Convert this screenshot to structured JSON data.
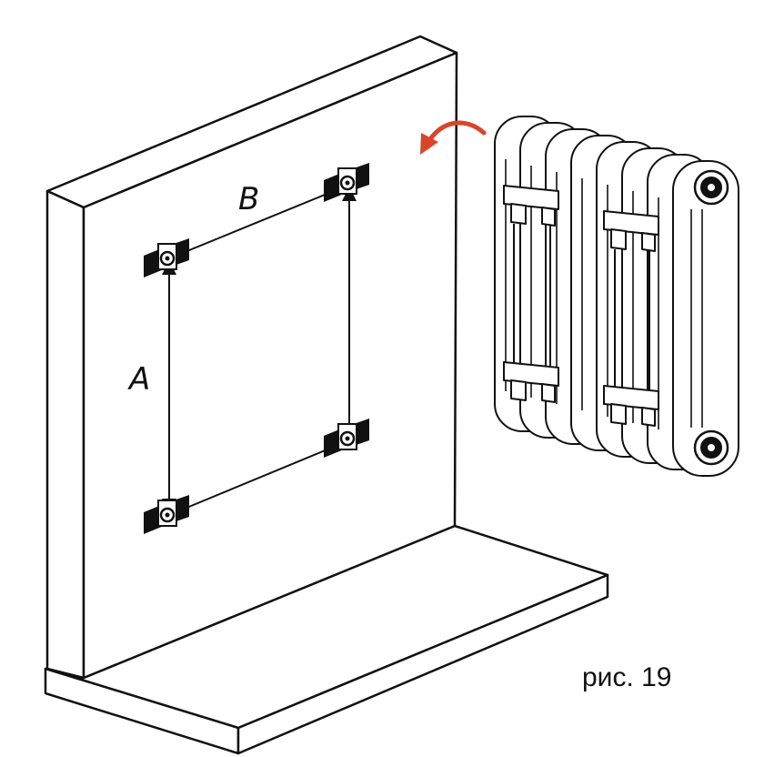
{
  "figure": {
    "dimension_labels": {
      "horizontal": "B",
      "vertical": "A"
    },
    "caption": "рис. 19",
    "arrow_color": "#d9452b",
    "line_color": "#111111"
  }
}
